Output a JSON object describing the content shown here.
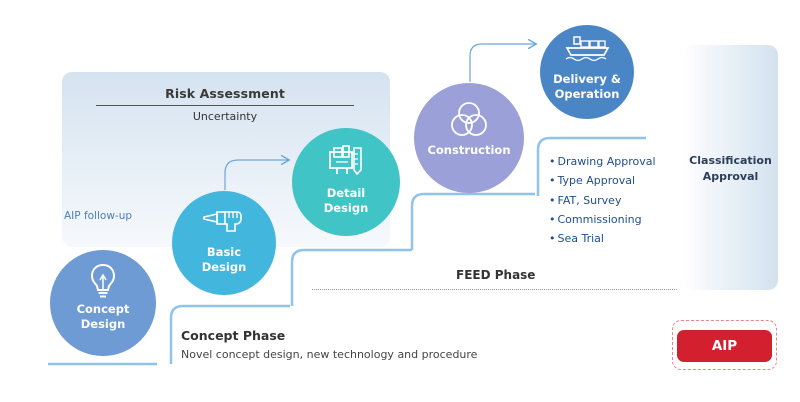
{
  "risk": {
    "title": "Risk Assessment",
    "subtitle": "Uncertainty",
    "follow_up": "AIP follow-up"
  },
  "stages": [
    {
      "line1": "Concept",
      "line2": "Design",
      "icon": "lightbulb-icon",
      "color": "#6e9bd3"
    },
    {
      "line1": "Basic",
      "line2": "Design",
      "icon": "pen-hand-icon",
      "color": "#43b6de"
    },
    {
      "line1": "Detail",
      "line2": "Design",
      "icon": "blueprint-icon",
      "color": "#41c4c6"
    },
    {
      "line1": "Construction",
      "line2": "",
      "icon": "interlocking-rings-icon",
      "color": "#9ba0d8"
    },
    {
      "line1": "Delivery &",
      "line2": "Operation",
      "icon": "ship-icon",
      "color": "#4a86c6"
    }
  ],
  "classification": {
    "line1": "Classification",
    "line2": "Approval",
    "items": [
      "Drawing Approval",
      "Type Approval",
      "FAT, Survey",
      "Commissioning",
      "Sea Trial"
    ]
  },
  "feed": {
    "label": "FEED Phase"
  },
  "concept_phase": {
    "title": "Concept Phase",
    "description": "Novel concept design, new technology and procedure"
  },
  "aip": {
    "label": "AIP",
    "color": "#d3202f"
  },
  "colors": {
    "step_line": "#8fc3ec",
    "arrow": "#6fa6dc",
    "text_blue": "#1f4f8c"
  }
}
